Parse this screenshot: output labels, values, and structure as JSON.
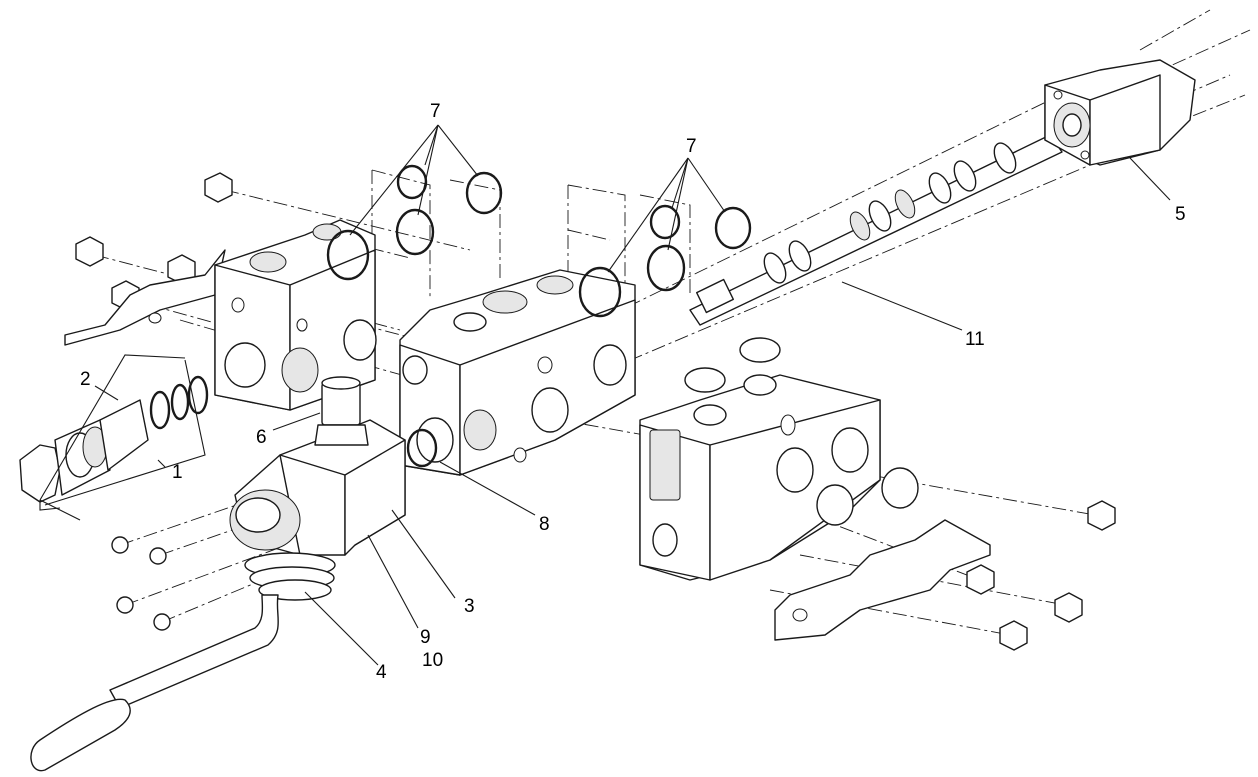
{
  "callouts": {
    "c1": "1",
    "c2": "2",
    "c3": "3",
    "c4": "4",
    "c5": "5",
    "c6": "6",
    "c7a": "7",
    "c7b": "7",
    "c8": "8",
    "c9": "9",
    "c10": "10",
    "c11": "11"
  }
}
